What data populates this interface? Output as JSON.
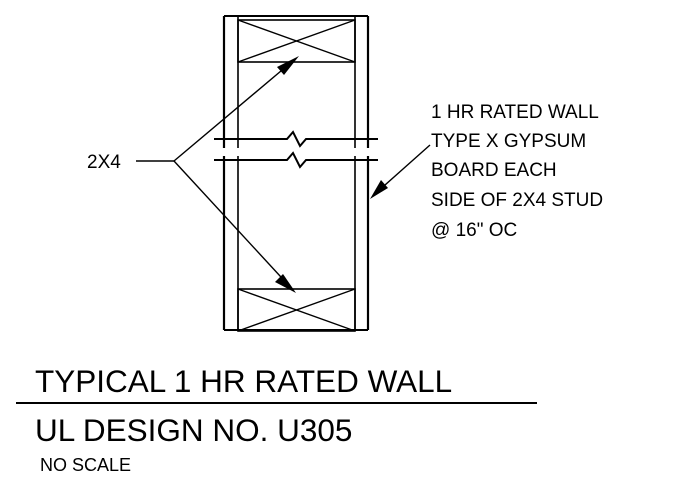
{
  "drawing": {
    "member_label": "2X4",
    "note_lines": [
      "1 HR RATED WALL",
      "TYPE X GYPSUM",
      "BOARD EACH",
      "SIDE OF 2X4 STUD",
      "@ 16\" OC"
    ],
    "title": "TYPICAL 1 HR RATED WALL",
    "design_number": "UL DESIGN NO. U305",
    "scale_note": "NO SCALE"
  },
  "colors": {
    "line": "#000000",
    "background": "#ffffff"
  }
}
